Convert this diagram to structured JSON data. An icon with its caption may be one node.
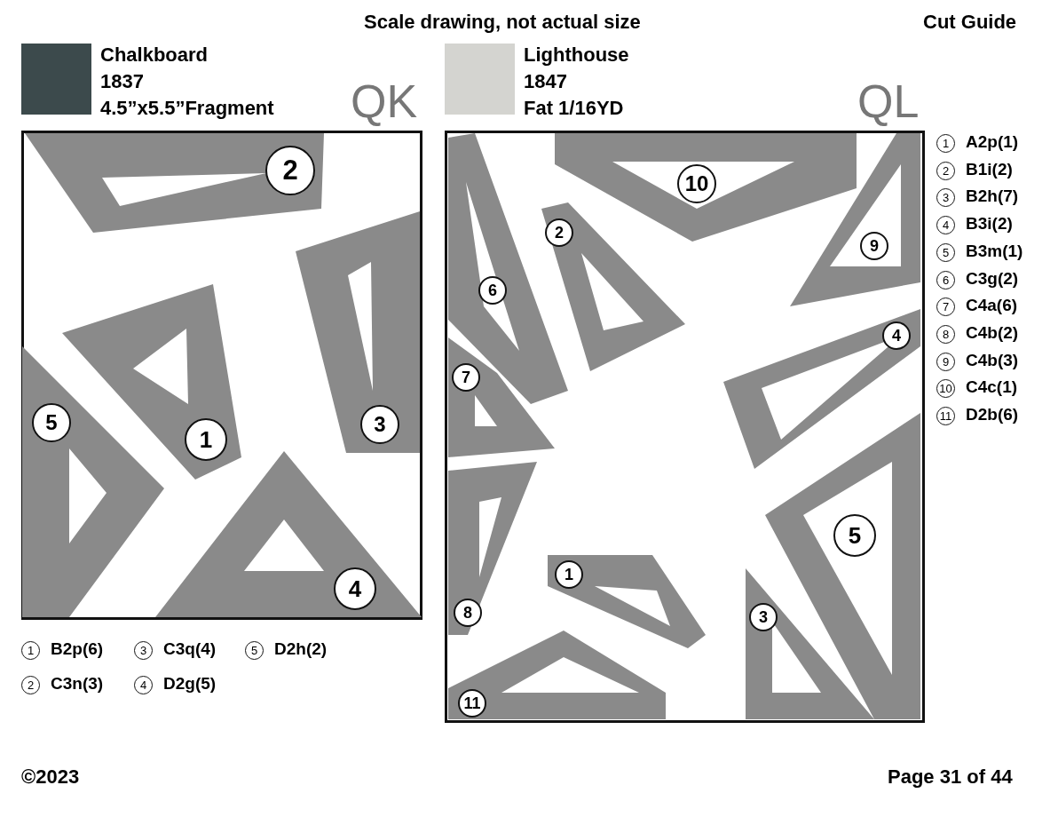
{
  "diagram": {
    "nodes": [
      {
        "text": [
          "QK"
        ]
      },
      {
        "text": [
          "2"
        ],
        "in": 0
      },
      {
        "text": [
          "3"
        ],
        "in": 0
      },
      {
        "text": [
          "1"
        ],
        "in": 0
      },
      {
        "text": [
          "5"
        ],
        "in": 0
      },
      {
        "text": [
          "4"
        ],
        "in": 0
      },
      {
        "text": [
          "QL"
        ]
      },
      {
        "text": [
          "10"
        ],
        "in": 6
      },
      {
        "text": [
          "9"
        ],
        "in": 6
      },
      {
        "text": [
          "2"
        ],
        "in": 6
      },
      {
        "text": [
          "6"
        ],
        "in": 6
      },
      {
        "text": [
          "7"
        ],
        "in": 6
      },
      {
        "text": [
          "4"
        ],
        "in": 6
      },
      {
        "text": [
          "8"
        ],
        "in": 6
      },
      {
        "text": [
          "5"
        ],
        "in": 6
      },
      {
        "text": [
          "1"
        ],
        "in": 6
      },
      {
        "text": [
          "3"
        ],
        "in": 6
      },
      {
        "text": [
          "11"
        ],
        "in": 6
      }
    ],
    "edges": [],
    "labels": [
      "Scale drawing, not actual size",
      "Cut Guide",
      "1837",
      "4.5”x5.5”Fragment",
      "1847",
      "Fat 1/16YD",
      "1",
      "A2p(1)",
      "2",
      "B1i(2)",
      "3",
      "B2h(7)",
      "4",
      "B3i(2)",
      "5",
      "B3m(1)",
      "6",
      "C3g(2)",
      "7",
      "C4a(6)",
      "8",
      "C4b(2)",
      "9",
      "C4b(3)",
      "10",
      "C4c(1)",
      "11",
      "D2b(6)",
      "1",
      "B2p(6)",
      "3",
      "C3q(4)",
      "5",
      "D2h(2)",
      "2",
      "C3n(3)",
      "4",
      "D2g(5)",
      "©2023",
      "Page 31 of 44"
    ],
    "legend": [
      {
        "text": "Chalkboard",
        "color": "#3c4a4c"
      },
      {
        "text": "Lighthouse",
        "color": "#d4d4d0"
      }
    ]
  }
}
